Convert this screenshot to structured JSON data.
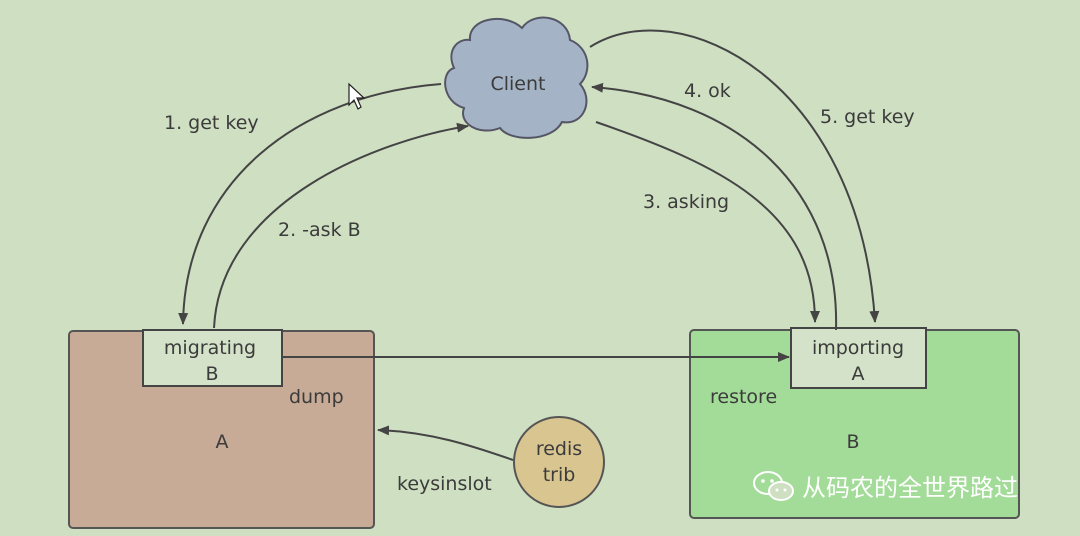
{
  "client": {
    "label": "Client"
  },
  "node_a": {
    "label": "A",
    "slot_state": "migrating",
    "slot_target": "B",
    "op": "dump"
  },
  "node_b": {
    "label": "B",
    "slot_state": "importing",
    "slot_target": "A",
    "op": "restore"
  },
  "redis_trib": {
    "line1": "redis",
    "line2": "trib",
    "action": "keysinslot"
  },
  "steps": {
    "s1": "1. get key",
    "s2": "2. -ask B",
    "s3": "3. asking",
    "s4": "4. ok",
    "s5": "5. get key"
  },
  "watermark": {
    "text": "从码农的全世界路过",
    "icon": "wechat-icon"
  },
  "colors": {
    "background": "#cfdfc2",
    "node_a_fill": "#c8ab96",
    "node_b_fill": "#a3dc98",
    "slot_box_fill": "#d3e2c8",
    "client_fill": "#a4b4c6",
    "redis_trib_fill": "#d9c590"
  }
}
